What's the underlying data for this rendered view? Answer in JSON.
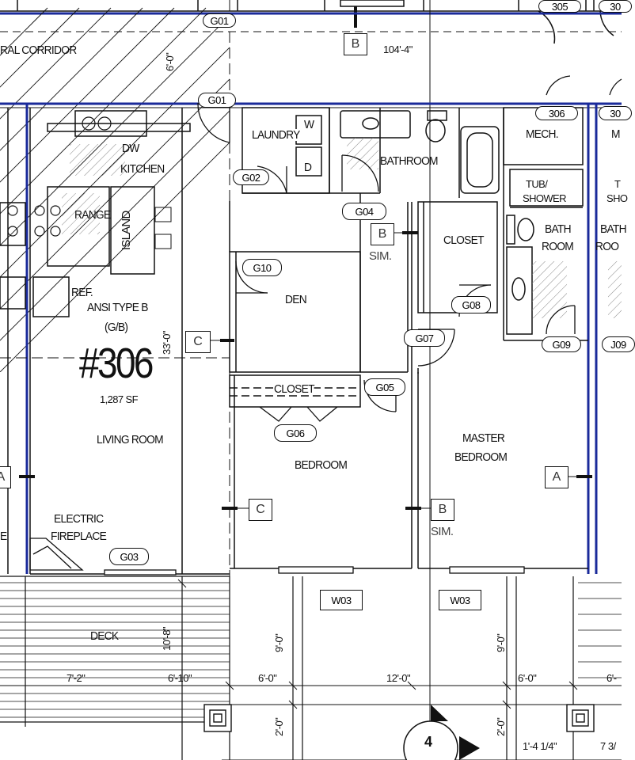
{
  "unit": {
    "number": "#306",
    "type_line1": "ANSI TYPE B",
    "type_line2": "(G/B)",
    "area": "1,287 SF"
  },
  "rooms": {
    "corridor": "RAL CORRIDOR",
    "laundry": "LAUNDRY",
    "washer": "W",
    "dryer": "D",
    "bathroom": "BATHROOM",
    "mech": "MECH.",
    "mech_right": "M",
    "tub_shower_1": "TUB/",
    "tub_shower_2": "SHOWER",
    "tub_right": "T",
    "tub_right2": "SHO",
    "bath_room_1": "BATH",
    "bath_room_2": "ROOM",
    "bath_right1": "BATH",
    "bath_right2": "ROO",
    "closet_master": "CLOSET",
    "dw": "DW",
    "kitchen": "KITCHEN",
    "range": "RANGE",
    "island": "ISLAND",
    "ref": "REF.",
    "den": "DEN",
    "closet_bed": "CLOSET",
    "living": "LIVING ROOM",
    "bedroom": "BEDROOM",
    "master_1": "MASTER",
    "master_2": "BEDROOM",
    "fireplace_1": "ELECTRIC",
    "fireplace_2": "FIREPLACE",
    "deck": "DECK",
    "e_left": "E"
  },
  "doors": {
    "g01a": "G01",
    "g01b": "G01",
    "g02": "G02",
    "g03": "G03",
    "g04": "G04",
    "g05": "G05",
    "g06": "G06",
    "g07": "G07",
    "g08": "G08",
    "g09": "G09",
    "g10": "G10",
    "j09": "J09"
  },
  "units_top": {
    "u305": "305",
    "u30x": "30",
    "u306": "306",
    "u30y": "30"
  },
  "windows": {
    "w1": "W03",
    "w2": "W03"
  },
  "tags": {
    "b_top": "B",
    "b_mid": "B",
    "b_low": "B",
    "c_den": "C",
    "c_bed": "C",
    "a_master": "A",
    "a_left": "A"
  },
  "sim": {
    "sim1": "SIM.",
    "sim2": "SIM."
  },
  "dimensions": {
    "corridor_len": "104'-4\"",
    "corr_w": "6'-0\"",
    "depth": "33'-0\"",
    "deck_depth": "10'-8\"",
    "d7_2": "7'-2\"",
    "d6_10": "6'-10\"",
    "d6_0a": "6'-0\"",
    "d12_0": "12'-0\"",
    "d6_0b": "6'-0\"",
    "d6_right": "6'-",
    "d9_0a": "9'-0\"",
    "d9_0b": "9'-0\"",
    "d2_0a": "2'-0\"",
    "d2_0b": "2'-0\"",
    "d1_4": "1'-4 1/4\"",
    "d7_3": "7 3/",
    "section": "4"
  }
}
